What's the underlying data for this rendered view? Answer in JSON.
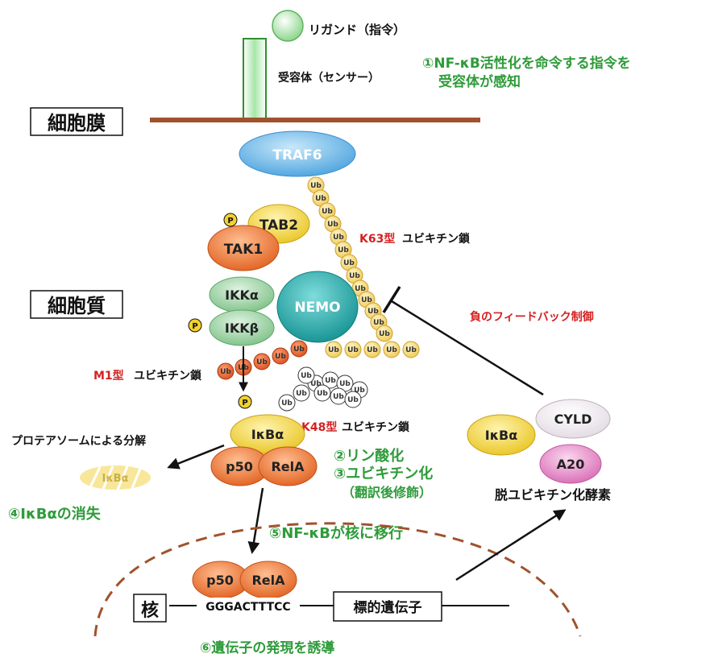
{
  "colors": {
    "membrane": "#a0522d",
    "green_text": "#2e9b3a",
    "red_text": "#d62020",
    "black_text": "#111111",
    "traf6": "#6fb7e8",
    "tab2": "#f2d22e",
    "tak1": "#f07a3a",
    "ikk": "#8fcf98",
    "nemo": "#24a8a8",
    "ikba": "#f2d22e",
    "p50_rela": "#f07a3a",
    "cyld": "#f4eef4",
    "a20": "#e080c0",
    "receptor": "#8ed88e",
    "ub_yellow": "#f4d060",
    "ub_orange": "#e8602a",
    "nucleus_dash": "#a0522d"
  },
  "labels": {
    "ligand": "リガンド（指令）",
    "receptor": "受容体（センサー）",
    "step1_line1": "①NF-κB活性化を命令する指令を",
    "step1_line2": "受容体が感知",
    "membrane": "細胞膜",
    "cytoplasm": "細胞質",
    "nucleus": "核",
    "traf6": "TRAF6",
    "tab2": "TAB2",
    "tak1": "TAK1",
    "ikka": "IKKα",
    "ikkb": "IKKβ",
    "nemo": "NEMO",
    "k63_red": "K63型",
    "k63_black": "ユビキチン鎖",
    "m1_red": "M1型",
    "m1_black": "ユビキチン鎖",
    "k48_red": "K48型",
    "k48_black": "ユビキチン鎖",
    "neg_feedback": "負のフィードバック制御",
    "ikba_complex": "IκBα",
    "p50": "p50",
    "rela": "RelA",
    "proteasome": "プロテアソームによる分解",
    "degraded": "IκBα",
    "step2": "②リン酸化",
    "step3": "③ユビキチン化",
    "ptm": "（翻訳後修飾）",
    "step4": "④IκBαの消失",
    "step5": "⑤NF-κBが核に移行",
    "dna_seq": "GGGACTTTCC",
    "target_gene": "標的遺伝子",
    "step6": "⑥遺伝子の発現を誘導",
    "ikba_right": "IκBα",
    "cyld": "CYLD",
    "a20": "A20",
    "deub": "脱ユビキチン化酵素",
    "p": "P",
    "ub": "Ub"
  }
}
